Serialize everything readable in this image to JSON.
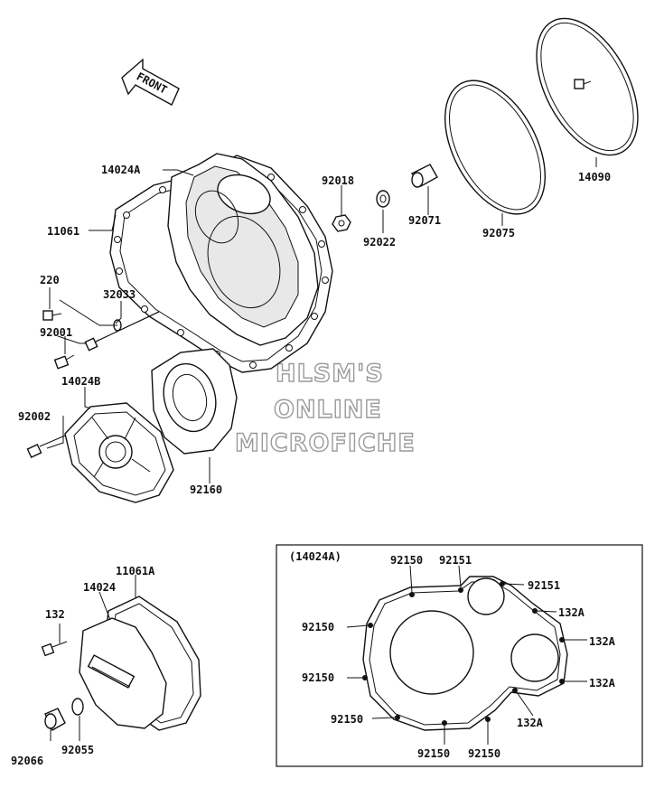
{
  "direction_arrow": {
    "label": "FRONT"
  },
  "watermark": {
    "line1": "HLSM'S",
    "line2": "ONLINE",
    "line3": "MICROFICHE"
  },
  "inset": {
    "title": "(14024A)"
  },
  "part_labels": {
    "p14024A": "14024A",
    "p11061": "11061",
    "p220": "220",
    "p32033": "32033",
    "p92001": "92001",
    "p14024B": "14024B",
    "p92002": "92002",
    "p92160": "92160",
    "p92018": "92018",
    "p92022": "92022",
    "p92071": "92071",
    "p92075": "92075",
    "p14090": "14090",
    "p11061A": "11061A",
    "p14024": "14024",
    "p132": "132",
    "p92055": "92055",
    "p92066": "92066"
  },
  "inset_labels": {
    "l92150_t": "92150",
    "l92151_t": "92151",
    "l92151_r": "92151",
    "l132A_1": "132A",
    "l132A_2": "132A",
    "l132A_3": "132A",
    "l132A_4": "132A",
    "l92150_l1": "92150",
    "l92150_l2": "92150",
    "l92150_l3": "92150",
    "l92150_b1": "92150",
    "l92150_b2": "92150"
  },
  "colors": {
    "line": "#111111",
    "watermark_outline": "#9a9a9a",
    "background": "#ffffff"
  }
}
